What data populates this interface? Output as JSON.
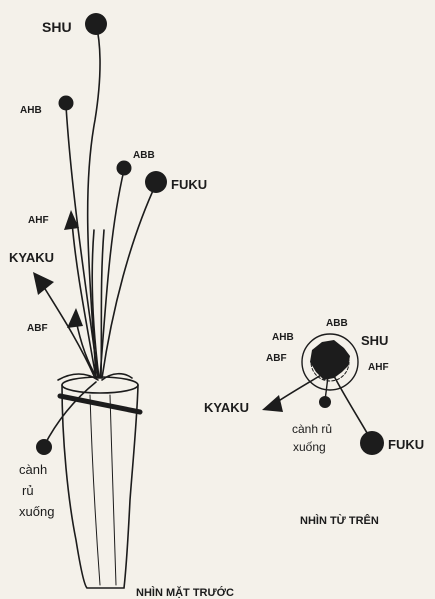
{
  "front_view": {
    "caption": "NHÌN MẶT TRƯỚC",
    "labels": {
      "shu": "SHU",
      "ahb": "AHB",
      "abb": "ABB",
      "fuku": "FUKU",
      "ahf": "AHF",
      "kyaku": "KYAKU",
      "abf": "ABF",
      "canh_ru_xuong": [
        "cành",
        "rủ",
        "xuống"
      ]
    }
  },
  "top_view": {
    "caption": "NHÌN TỪ TRÊN",
    "labels": {
      "abb": "ABB",
      "ahb": "AHB",
      "shu": "SHU",
      "abf": "ABF",
      "ahf": "AHF",
      "kyaku": "KYAKU",
      "canh_ru_xuong": [
        "cành rủ",
        "xuống"
      ],
      "fuku": "FUKU"
    }
  },
  "colors": {
    "ink": "#1c1c1c",
    "paper": "#f4f1ea"
  }
}
